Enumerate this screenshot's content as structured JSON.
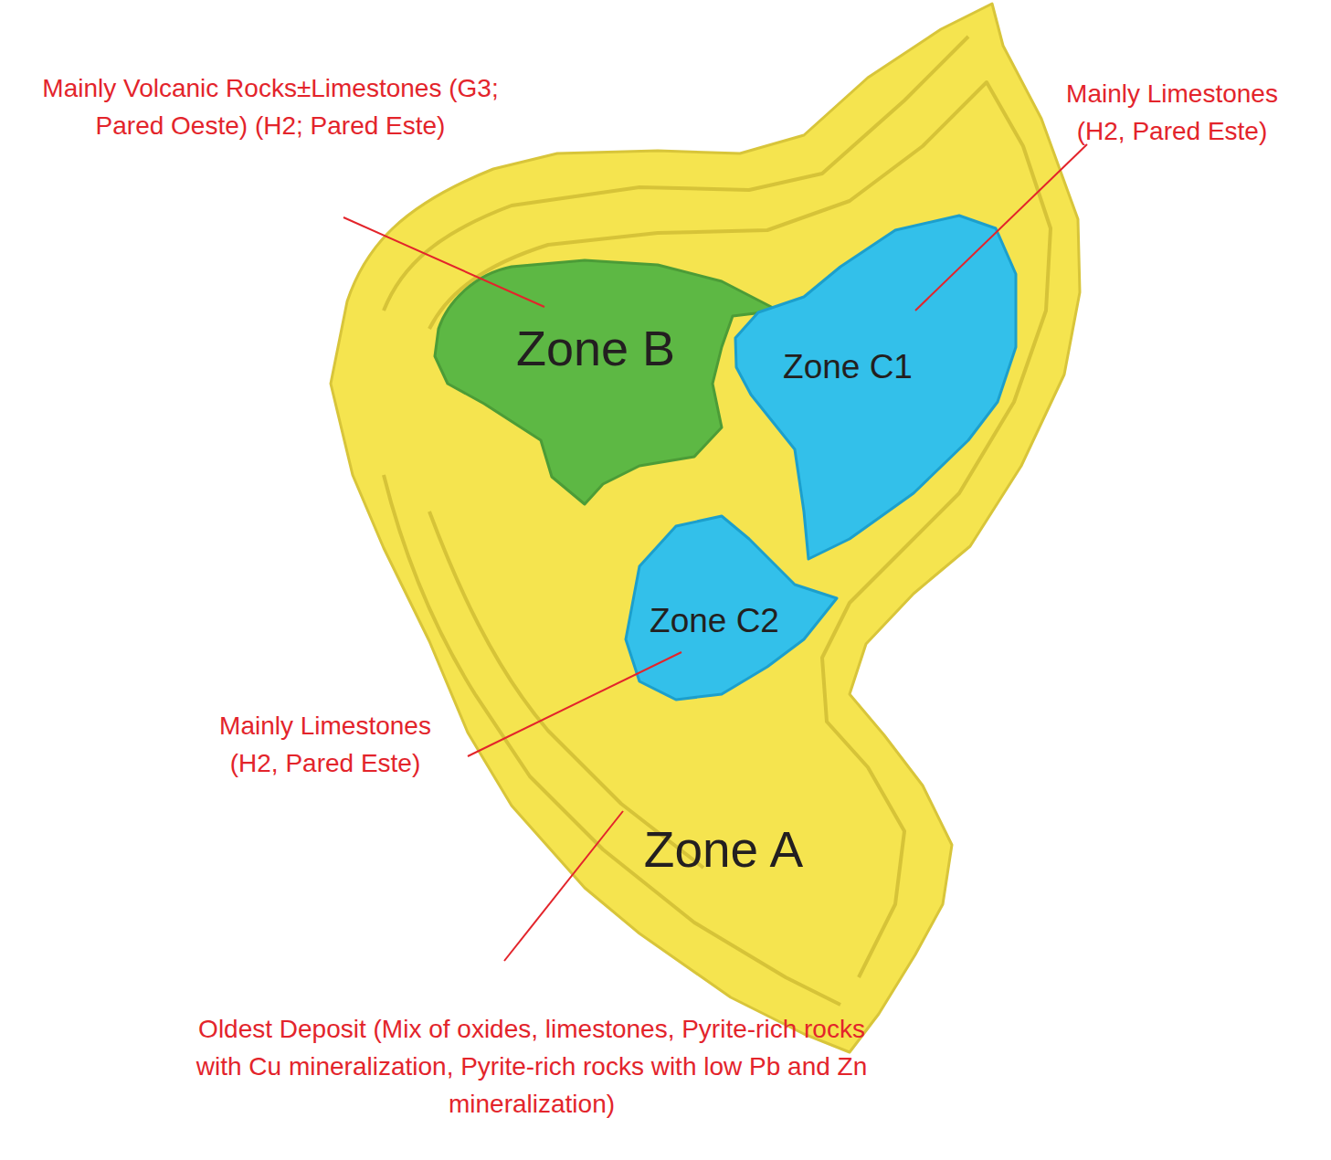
{
  "diagram": {
    "nodes": [
      {
        "text": [
          "Zone A"
        ]
      },
      {
        "text": [
          "Zone B"
        ],
        "in": 0
      },
      {
        "text": [
          "Zone C1"
        ],
        "in": 0
      },
      {
        "text": [
          "Zone C2"
        ],
        "in": 0
      }
    ],
    "labels": [
      "Mainly Volcanic Rocks±Limestones (G3; Pared Oeste) (H2; Pared Este)",
      "Mainly Limestones (H2, Pared Este)",
      "Mainly Limestones (H2, Pared Este)",
      "Oldest Deposit (Mix of oxides, limestones, Pyrite-rich rocks with Cu mineralization, Pyrite-rich rocks with low Pb and Zn mineralization)"
    ]
  }
}
